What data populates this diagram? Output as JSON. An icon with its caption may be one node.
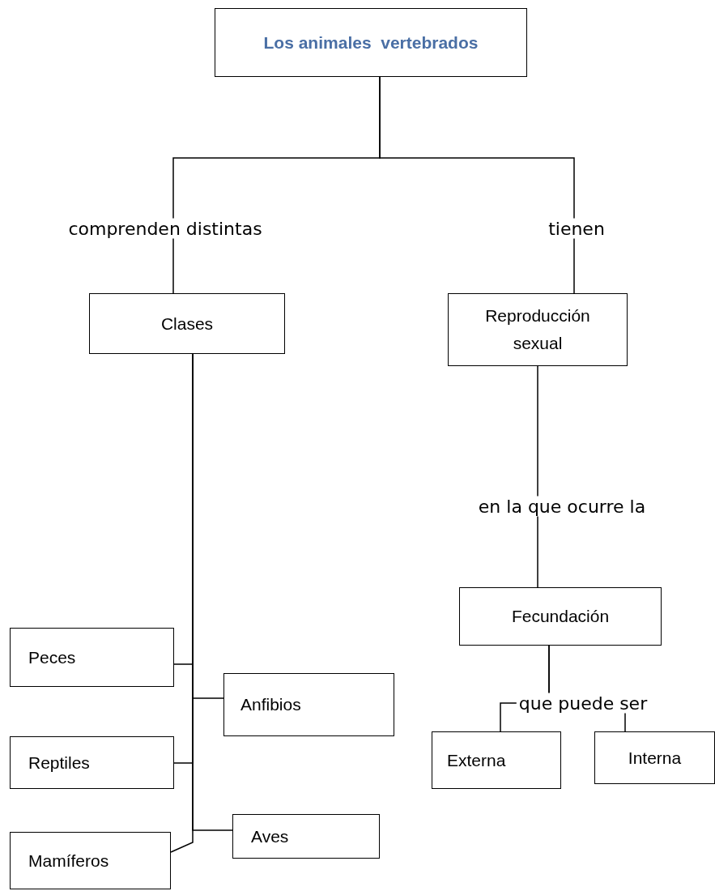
{
  "diagram": {
    "nodes": [
      {
        "text": [
          "Los animales  vertebrados"
        ]
      },
      {
        "text": [
          "Clases"
        ]
      },
      {
        "text": [
          "Reproducción sexual"
        ]
      },
      {
        "text": [
          "Fecundación"
        ]
      },
      {
        "text": [
          "Externa"
        ]
      },
      {
        "text": [
          "Interna"
        ]
      },
      {
        "text": [
          "Peces"
        ]
      },
      {
        "text": [
          "Anfibios"
        ]
      },
      {
        "text": [
          "Reptiles"
        ]
      },
      {
        "text": [
          "Aves"
        ]
      },
      {
        "text": [
          "Mamíferos"
        ]
      }
    ],
    "edges": [
      {
        "from": 0,
        "to": 1,
        "arrow": "none",
        "label": "comprenden distintas"
      },
      {
        "from": 0,
        "to": 2,
        "arrow": "none",
        "label": "tienen"
      },
      {
        "from": 2,
        "to": 3,
        "arrow": "none",
        "label": "en la que ocurre la"
      },
      {
        "from": 3,
        "to": 4,
        "arrow": "none",
        "label": "que puede ser"
      },
      {
        "from": 3,
        "to": 5,
        "arrow": "none"
      },
      {
        "from": 1,
        "to": 6,
        "arrow": "none"
      },
      {
        "from": 1,
        "to": 7,
        "arrow": "none"
      },
      {
        "from": 1,
        "to": 8,
        "arrow": "none"
      },
      {
        "from": 1,
        "to": 9,
        "arrow": "none"
      },
      {
        "from": 1,
        "to": 10,
        "arrow": "none"
      }
    ]
  }
}
